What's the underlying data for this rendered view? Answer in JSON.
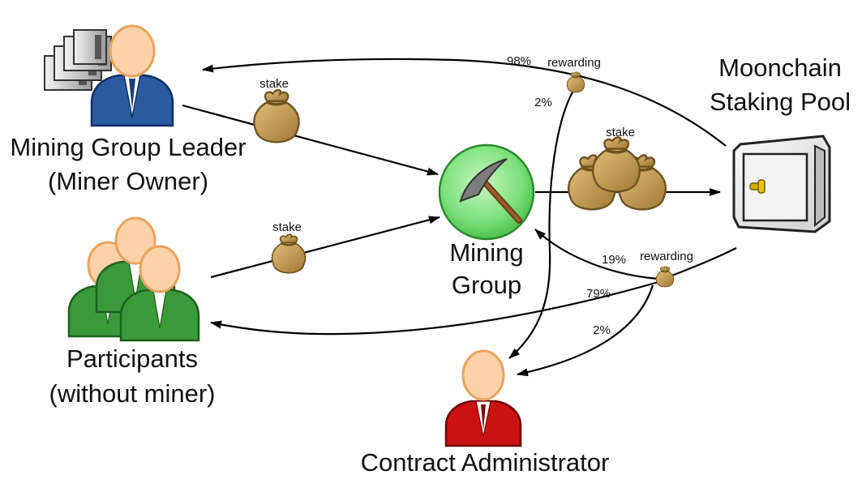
{
  "nodes": {
    "leader": {
      "line1": "Mining Group Leader",
      "line2": "(Miner Owner)"
    },
    "participants": {
      "line1": "Participants",
      "line2": "(without miner)"
    },
    "mining_group": {
      "line1": "Mining",
      "line2": "Group"
    },
    "staking_pool": {
      "line1": "Moonchain",
      "line2": "Staking Pool"
    },
    "admin": {
      "line1": "Contract Administrator"
    }
  },
  "edges": {
    "leader_stake": "stake",
    "participants_stake": "stake",
    "group_stake": "stake",
    "top_rewarding": "rewarding",
    "top_pct_leader": "98%",
    "top_pct_admin": "2%",
    "bottom_rewarding": "rewarding",
    "bottom_pct_group": "19%",
    "bottom_pct_participants": "79%",
    "bottom_pct_admin": "2%"
  },
  "colors": {
    "leader_shirt": "#2a5aa0",
    "participants_shirt": "#3a9a3a",
    "admin_shirt": "#cc1111",
    "skin": "#fdd2a8",
    "skin_stroke": "#e8a35d",
    "bag": "#c29a52",
    "mining_group_fill": "#7be07b"
  },
  "icons": [
    "server-rack-icon",
    "pickaxe-icon",
    "safe-icon",
    "money-bag-icon"
  ]
}
